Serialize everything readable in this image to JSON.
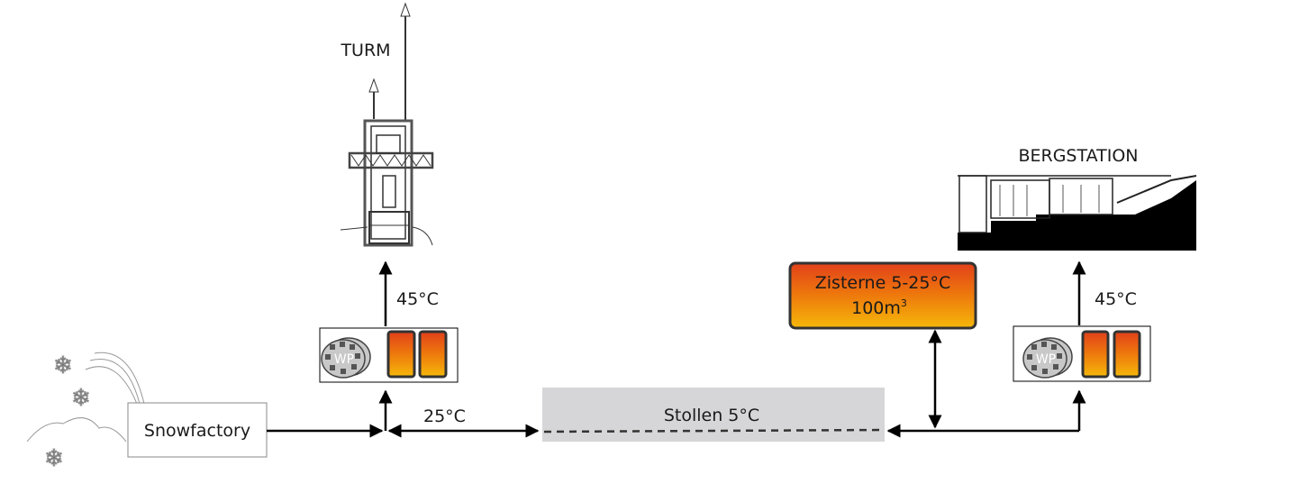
{
  "labels": {
    "tower": "TURM",
    "mountain_station": "BERGSTATION",
    "tower_supply_temp": "45°C",
    "station_supply_temp": "45°C",
    "feed_temp": "25°C",
    "tunnel": "Stollen 5°C",
    "cistern_line1": "Zisterne 5-25°C",
    "cistern_volume": "100m",
    "cistern_volume_sup": "3",
    "snowfactory": "Snowfactory",
    "heat_pump": "WP"
  },
  "colors": {
    "tank_top": "#e2401a",
    "tank_mid": "#ee7a0c",
    "tank_bottom": "#f5b80a",
    "tunnel_fill": "#d6d6d8",
    "line": "#000000"
  },
  "icons": [
    "tower-drawing",
    "building-drawing",
    "heat-pump-icon",
    "buffer-tank-icon",
    "snowflake-icon"
  ]
}
